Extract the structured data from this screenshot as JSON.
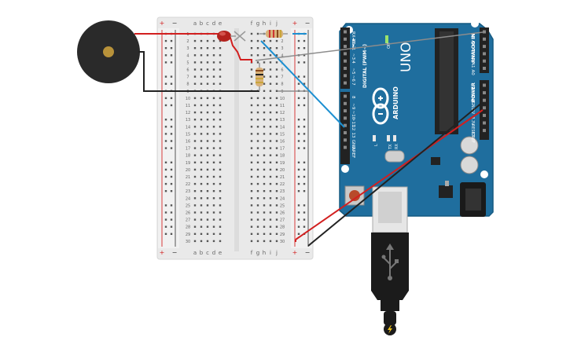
{
  "breadboard": {
    "columns_left": [
      "a",
      "b",
      "c",
      "d",
      "e"
    ],
    "columns_right": [
      "f",
      "g",
      "h",
      "i",
      "j"
    ],
    "row_count": 30,
    "rail_plus": "+",
    "rail_minus": "−"
  },
  "arduino": {
    "model": "UNO",
    "brand": "ARDUINO",
    "digital_label": "DIGITAL (PWM~)",
    "analog_label": "ANALOG IN",
    "power_label": "POWER",
    "tx_label": "TX",
    "rx_label": "RX",
    "l_label": "L",
    "on_label": "ON",
    "digital_pins": [
      "RX◄0",
      "TX►1",
      "2",
      "~3",
      "4",
      "~5",
      "~6",
      "7",
      "8",
      "~9",
      "~10",
      "~11",
      "12",
      "13",
      "GND",
      "AREF"
    ],
    "analog_pins": [
      "A5",
      "A4",
      "A3",
      "A2",
      "A1",
      "A0"
    ],
    "power_pins": [
      "Vin",
      "GND",
      "GND",
      "5V",
      "3.3V",
      "RESET",
      "IOREF"
    ]
  },
  "usb": {
    "icon": "usb-icon",
    "bolt_icon": "lightning-icon"
  },
  "colors": {
    "board_blue": "#1f6e9e",
    "wire_red": "#d21f1f",
    "wire_black": "#222222",
    "wire_blue": "#1c8fd1",
    "wire_gray": "#8c8c8c",
    "breadboard": "#ebebeb",
    "buzzer": "#2b2b2b",
    "led": "#b3221d"
  }
}
